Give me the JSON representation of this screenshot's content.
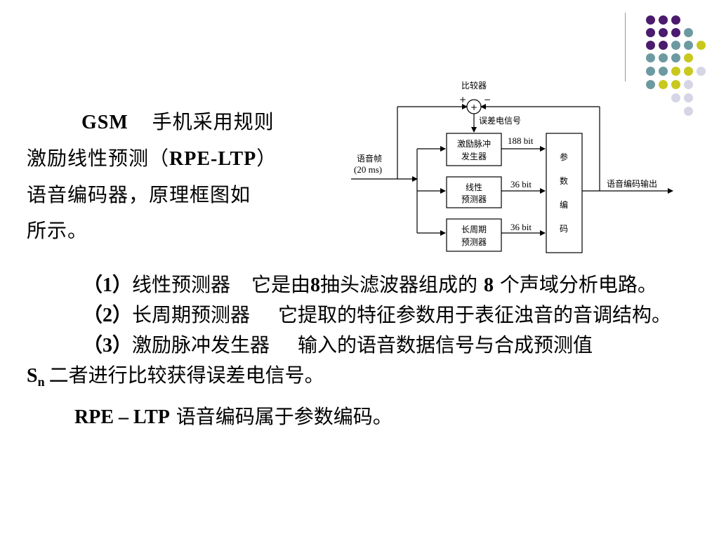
{
  "decor": {
    "colors": {
      "purple": "#4b1b6e",
      "teal": "#6d9aa0",
      "lime": "#c8c81e",
      "lilac": "#d5d5e6",
      "rule": "#999999"
    }
  },
  "intro": {
    "lead": "GSM",
    "line1_rest": "手机采用规则",
    "line2_pre": "激励线性预测（",
    "line2_abbr": "RPE-LTP",
    "line2_post": "）",
    "line3": "语音编码器，原理框图如",
    "line4": "所示。"
  },
  "diagram": {
    "comparator_label": "比较器",
    "plus_sign": "+",
    "minus_sign": "−",
    "circle_symbol": "+",
    "error_signal": "误差电信号",
    "input_label_1": "语音帧",
    "input_label_2": "(20 ms)",
    "box_excitation_1": "激励脉冲",
    "box_excitation_2": "发生器",
    "box_linear_1": "线性",
    "box_linear_2": "预测器",
    "box_longterm_1": "长周期",
    "box_longterm_2": "预测器",
    "bits_excitation": "188 bit",
    "bits_linear": "36 bit",
    "bits_longterm": "36 bit",
    "param_box_chars": [
      "参",
      "数",
      "编",
      "码"
    ],
    "output_label": "语音编码输出"
  },
  "paragraphs": {
    "p1_num": "（1）",
    "p1_title": "线性预测器",
    "p1_text_a": "它是由",
    "p1_num8a": "8",
    "p1_text_b": "抽头滤波器组成的",
    "p1_num8b": "8",
    "p1_text_c": "个声域分析电路。",
    "p2_num": "（2）",
    "p2_title": "长周期预测器",
    "p2_text": "它提取的特征参数用于表征浊音的音调结构。",
    "p3_num": "（3）",
    "p3_title": "激励脉冲发生器",
    "p3_text": "输入的语音数据信号与合成预测值",
    "p3_sym": "S",
    "p3_sub": "n",
    "p3_text2": "二者进行比较获得误差电信号。",
    "p4_abbr": "RPE – LTP",
    "p4_text": "语音编码属于参数编码。"
  }
}
